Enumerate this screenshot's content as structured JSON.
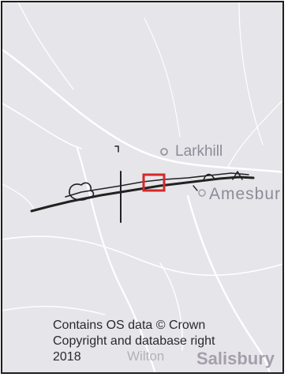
{
  "map": {
    "places": {
      "larkhill": "Larkhill",
      "amesbury": "Amesbur",
      "wilton": "Wilton",
      "salisbury": "Salisbury"
    },
    "attribution": {
      "line1": "Contains OS data © Crown",
      "line2": "Copyright and database right",
      "line3": "2018"
    },
    "icons": {
      "place_marker": "small-circle-icon",
      "highlight": "red-rectangle-icon"
    },
    "colors": {
      "background": "#e6e6ea",
      "roads": "#ffffff",
      "route": "#222222",
      "highlight": "#d62828",
      "labels": "#8f8a97",
      "frame": "#1e1e1e"
    }
  }
}
